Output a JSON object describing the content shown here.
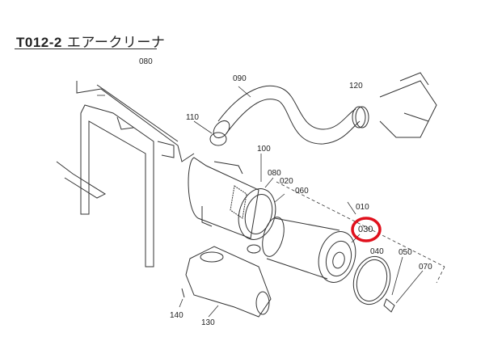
{
  "title": {
    "code": "T012-2",
    "name": "エアークリーナ"
  },
  "highlight_color": "#e0101c",
  "highlighted_part": "030",
  "parts": {
    "p080a": "080",
    "p090": "090",
    "p120": "120",
    "p110": "110",
    "p100": "100",
    "p080b": "080",
    "p020": "020",
    "p060": "060",
    "p010": "010",
    "p030": "030",
    "p040": "040",
    "p050": "050",
    "p070": "070",
    "p140": "140",
    "p130": "130"
  }
}
